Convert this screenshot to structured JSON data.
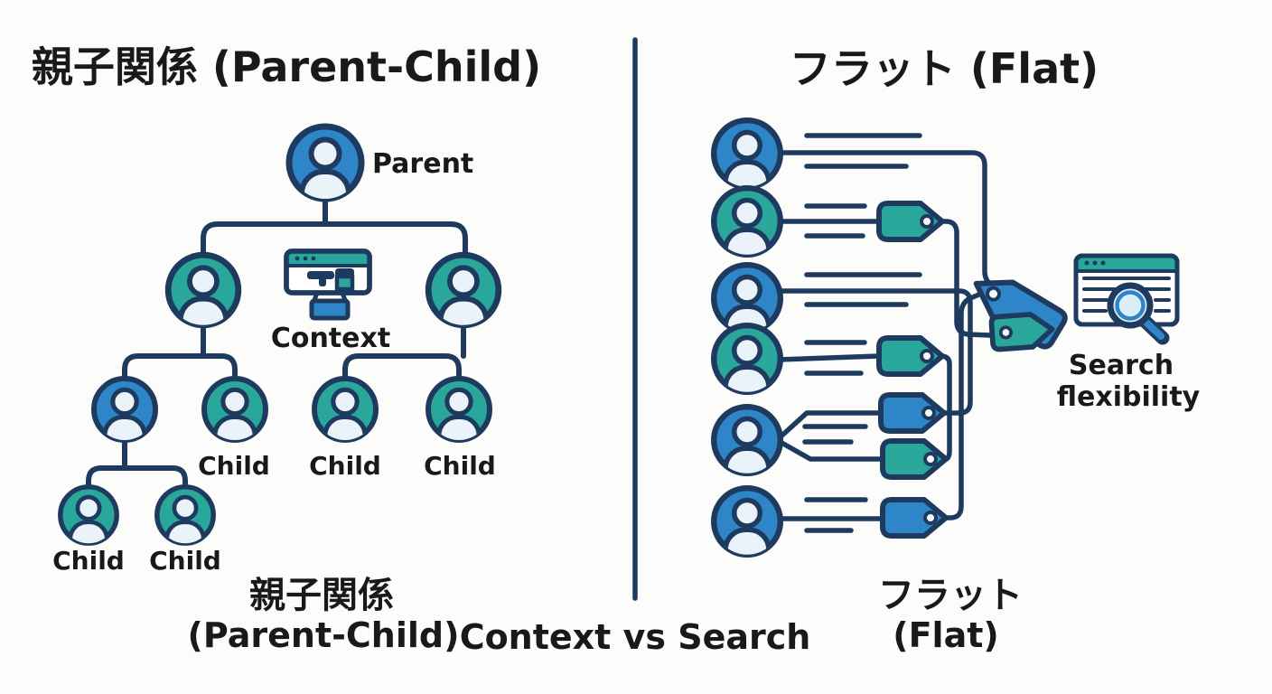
{
  "palette": {
    "outline_navy": "#1e3a5f",
    "avatar_blue": "#2e86c8",
    "avatar_teal": "#2aa79b",
    "avatar_face_light": "#e9f3f9",
    "text_dark": "#17191c",
    "background": "#fcfcfa"
  },
  "left_panel": {
    "title": "親子関係 (Parent-Child)",
    "parent_label": "Parent",
    "context_label": "Context",
    "child_labels": [
      "Child",
      "Child",
      "Child",
      "Child",
      "Child"
    ],
    "caption_line1": "親子関係",
    "caption_line2": "(Parent-Child)",
    "structure": "tree",
    "icons": [
      "user-avatar-icon",
      "context-browser-icon"
    ]
  },
  "right_panel": {
    "title": "フラット (Flat)",
    "caption_line1": "フラット",
    "caption_line2": "(Flat)",
    "search_label_line1": "Search",
    "search_label_line2": "flexibility",
    "structure": "flat-list",
    "icons": [
      "user-avatar-icon",
      "tag-icon",
      "search-browser-icon"
    ],
    "rows": [
      {
        "avatar": "blue",
        "tags": []
      },
      {
        "avatar": "teal",
        "tags": [
          "teal"
        ]
      },
      {
        "avatar": "blue",
        "tags": []
      },
      {
        "avatar": "teal",
        "tags": [
          "teal"
        ]
      },
      {
        "avatar": "blue",
        "tags": [
          "blue",
          "teal"
        ]
      },
      {
        "avatar": "blue",
        "tags": [
          "blue"
        ]
      }
    ],
    "collector_tags": [
      "blue",
      "teal"
    ]
  },
  "footer": {
    "comparison_label": "Context vs Search"
  }
}
